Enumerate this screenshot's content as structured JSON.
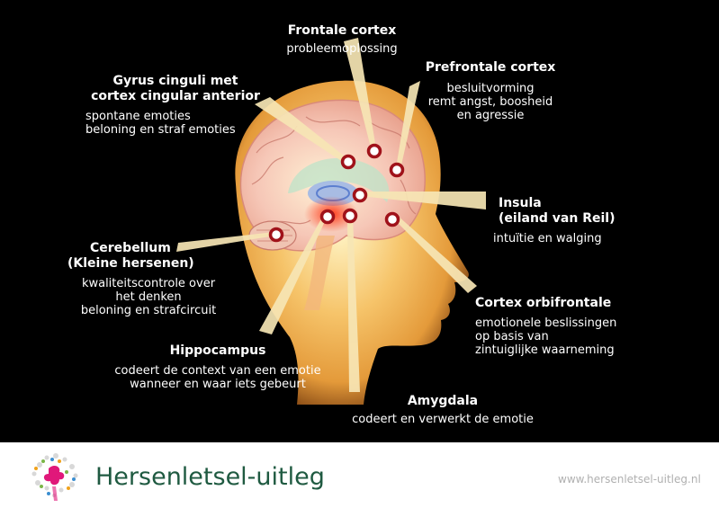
{
  "labels": {
    "frontale": {
      "title": "Frontale cortex",
      "desc": [
        "probleemoplossing"
      ]
    },
    "prefrontale": {
      "title": "Prefrontale cortex",
      "desc": [
        "besluitvorming",
        "remt angst, boosheid",
        "en agressie"
      ]
    },
    "gyrus": {
      "title": [
        "Gyrus cinguli met",
        "cortex cingular anterior"
      ],
      "desc": [
        "spontane emoties",
        "beloning en straf emoties"
      ]
    },
    "insula": {
      "title": [
        "Insula",
        "(eiland van Reil)"
      ],
      "desc": [
        "intuïtie en walging"
      ]
    },
    "cerebellum": {
      "title": [
        "Cerebellum",
        "(Kleine hersenen)"
      ],
      "desc": [
        "kwaliteitscontrole over",
        "het denken",
        "beloning en strafcircuit"
      ]
    },
    "orbifrontale": {
      "title": "Cortex orbifrontale",
      "desc": [
        "emotionele beslissingen",
        "op basis van",
        "zintuiglijke waarneming"
      ]
    },
    "hippocampus": {
      "title": "Hippocampus",
      "desc": [
        "codeert de context van een emotie",
        "wanneer en waar iets gebeurt"
      ]
    },
    "amygdala": {
      "title": "Amygdala",
      "desc": [
        "codeert  en verwerkt de emotie"
      ]
    }
  },
  "footer": {
    "brand": "Hersenletsel-uitleg",
    "url": "www.hersenletsel-uitleg.nl"
  },
  "colors": {
    "background": "#000000",
    "beam": "#f7e6b5",
    "marker": "#a0121a",
    "brand": "#1f5a41"
  }
}
